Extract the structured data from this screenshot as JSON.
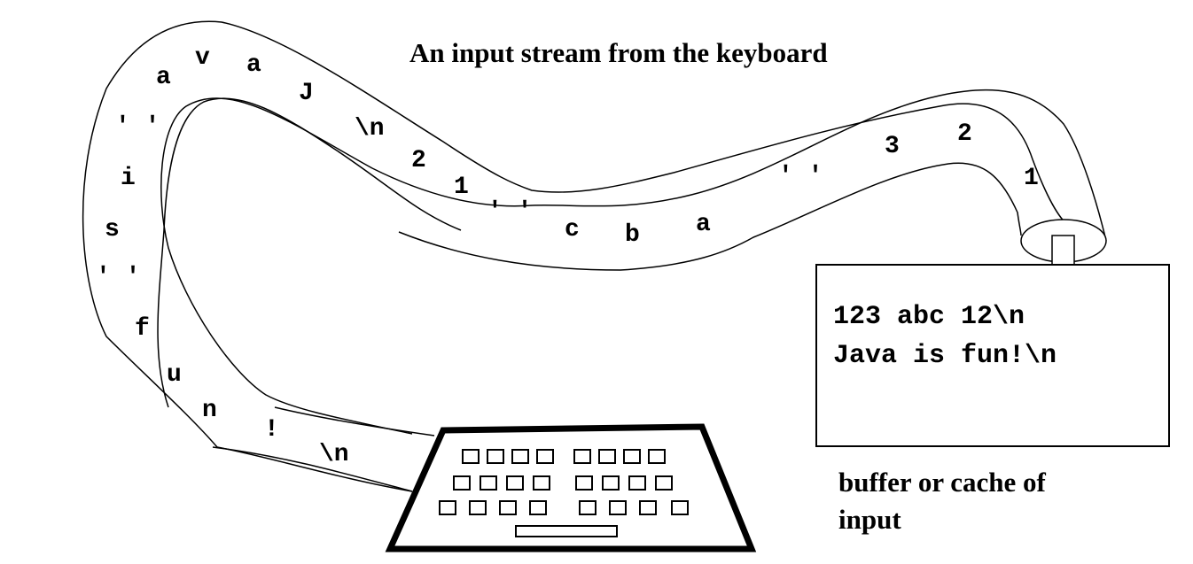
{
  "title": "An input stream from the keyboard",
  "buffer": {
    "lines": [
      "123 abc 12\\n",
      "Java is fun!\\n"
    ]
  },
  "caption": {
    "line1": "buffer or cache of",
    "line2": "input"
  },
  "stream": {
    "chars": [
      "1",
      "2",
      "3",
      "' '",
      "a",
      "b",
      "c",
      "' '",
      "1",
      "2",
      "\\n",
      "J",
      "a",
      "v",
      "a",
      "' '",
      "i",
      "s",
      "' '",
      "f",
      "u",
      "n",
      "!",
      "\\n"
    ]
  },
  "icons": {
    "keyboard": "keyboard-icon",
    "arrow": "down-arrow-icon"
  }
}
